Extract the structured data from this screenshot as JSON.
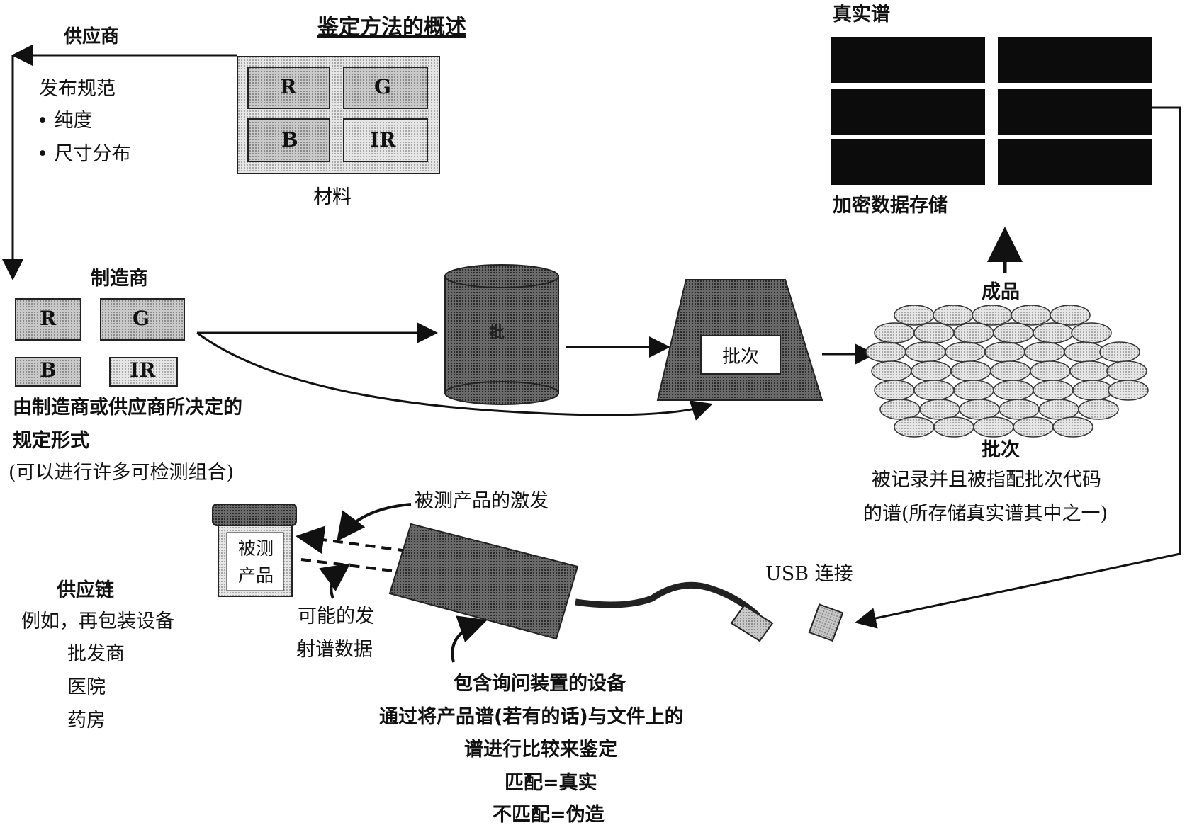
{
  "title": "鉴定方法的概述",
  "supplier": {
    "label": "供应商",
    "spec_heading": "发布规范",
    "spec_items": [
      "• 纯度",
      "• 尺寸分布"
    ]
  },
  "material": {
    "label": "材料",
    "cells": [
      "R",
      "G",
      "B",
      "IR"
    ]
  },
  "manufacturer": {
    "label": "制造商",
    "cells": [
      "R",
      "G",
      "B",
      "IR"
    ],
    "desc_line1": "由制造商或供应商所决定的",
    "desc_line2": "规定形式",
    "desc_line3": "(可以进行许多可检测组合)"
  },
  "mixer": {
    "label": "批"
  },
  "batch_label": "批次",
  "storage": {
    "heading": "真实谱",
    "footer": "加密数据存储"
  },
  "finished": "成品",
  "lot": {
    "label": "批次",
    "desc_line1": "被记录并且被指配批次代码",
    "desc_line2": "的谱(所存储真实谱其中之一)"
  },
  "excitation": "被测产品的激发",
  "usb": "USB 连接",
  "jar": {
    "line1": "被测",
    "line2": "产品"
  },
  "emission": {
    "line1": "可能的发",
    "line2": "射谱数据"
  },
  "supply_chain": {
    "heading": "供应链",
    "line1": "例如，再包装设备",
    "items": [
      "批发商",
      "医院",
      "药房"
    ]
  },
  "device": {
    "line1": "包含询问装置的设备",
    "line2": "通过将产品谱(若有的话)与文件上的",
    "line3": "谱进行比较来鉴定",
    "line4": "匹配=真实",
    "line5": "不匹配=伪造"
  },
  "colors": {
    "ink": "#111111",
    "gray": "#a8a8a8",
    "dark": "#4a4a4a",
    "panel": "#101010"
  }
}
